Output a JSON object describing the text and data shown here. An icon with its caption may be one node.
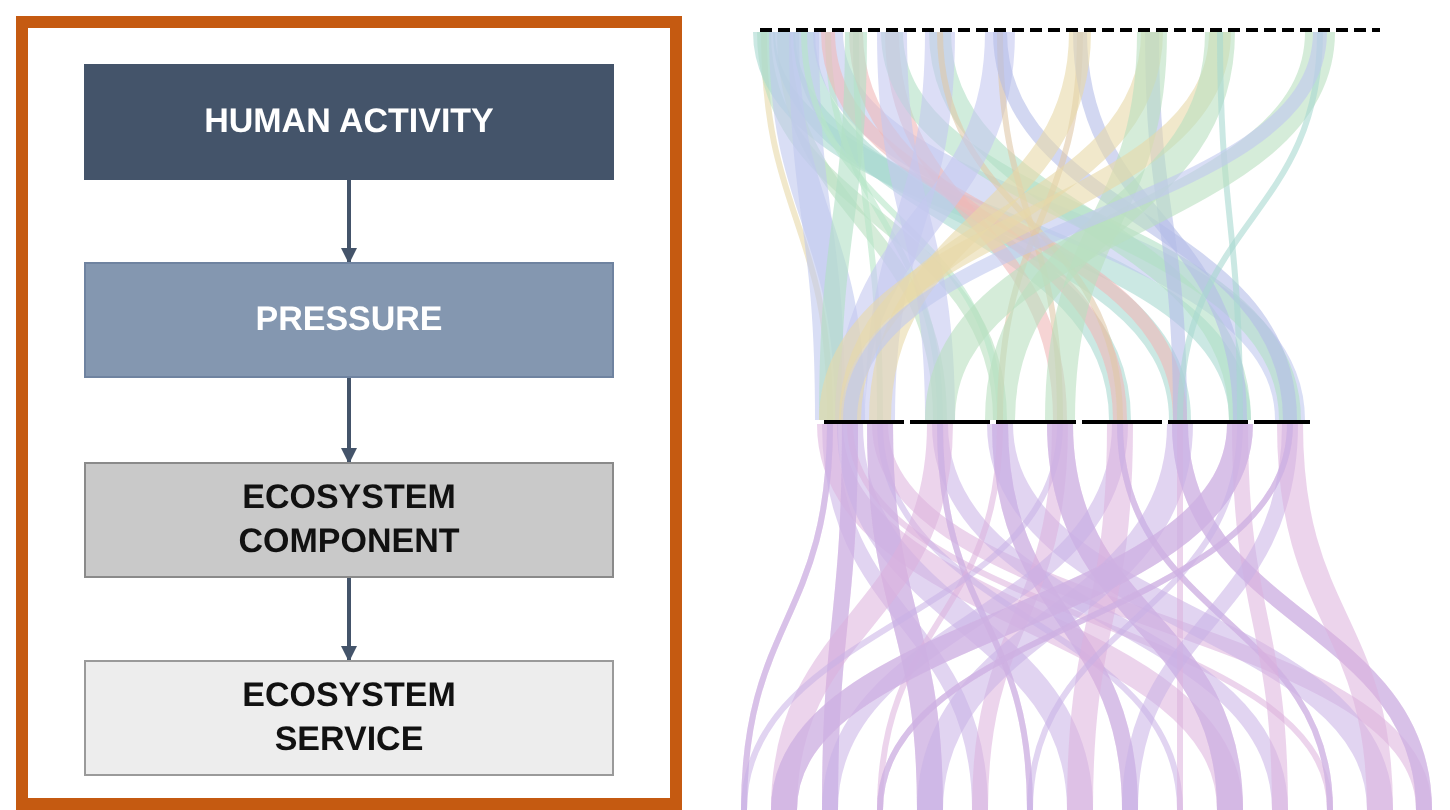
{
  "diagram": {
    "nodes": [
      {
        "text": [
          "HUMAN ACTIVITY"
        ]
      },
      {
        "text": [
          "PRESSURE"
        ]
      },
      {
        "text": [
          "ECOSYSTEM COMPONENT"
        ]
      },
      {
        "text": [
          "ECOSYSTEM SERVICE"
        ]
      }
    ],
    "edges": [
      {
        "from": 0,
        "to": 1,
        "arrow": "to"
      },
      {
        "from": 1,
        "to": 2,
        "arrow": "to"
      },
      {
        "from": 2,
        "to": 3,
        "arrow": "to"
      }
    ]
  }
}
